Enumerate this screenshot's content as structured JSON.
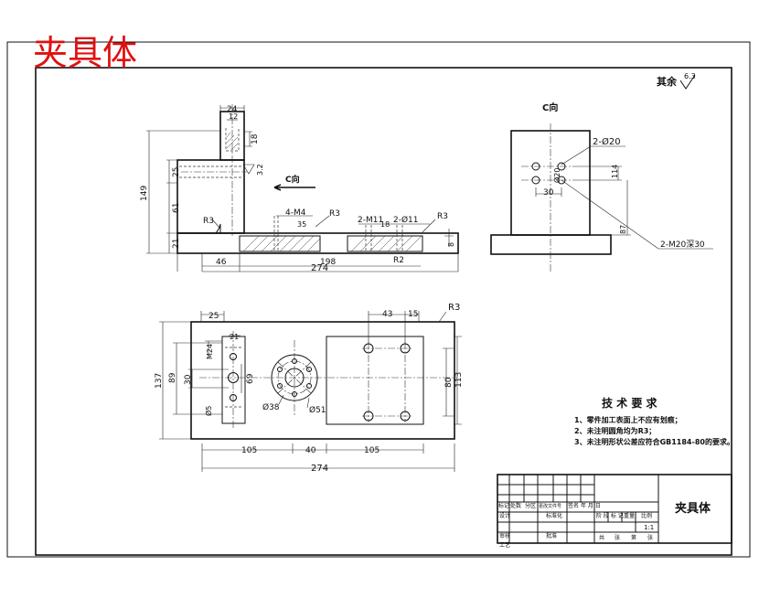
{
  "watermark_title": "夹具体",
  "roughness": {
    "label": "其余",
    "value": "6.3"
  },
  "view_label": "C向",
  "c_arrow_label": "C向",
  "front_view": {
    "dims": [
      "24",
      "12",
      "18",
      "25",
      "3.2",
      "61",
      "149",
      "21",
      "46",
      "198",
      "274",
      "8"
    ],
    "callouts": [
      "R3",
      "4-M4",
      "35",
      "R3",
      "2-M11",
      "18",
      "2-Ø11",
      "R3",
      "R2"
    ]
  },
  "side_view": {
    "callouts": [
      "2-Ø20",
      "Ø20",
      "2-M20深30"
    ],
    "dims": [
      "30",
      "114",
      "87"
    ]
  },
  "top_view": {
    "dims": [
      "25",
      "21",
      "M24",
      "30",
      "89",
      "137",
      "69",
      "Ø5",
      "43",
      "15",
      "80",
      "113",
      "105",
      "40",
      "105",
      "274"
    ],
    "callouts": [
      "R3",
      "Ø38",
      "Ø51"
    ]
  },
  "tech_requirements": {
    "title": "技 术 要 求",
    "items": [
      "1、零件加工表面上不应有划痕；",
      "2、未注明圆角均为R3；",
      "3、未注明形状公差应符合GB1184-80的要求。"
    ]
  },
  "title_block": {
    "name": "夹具体",
    "scale": "1:1",
    "row_labels": [
      "标记",
      "处数",
      "分区",
      "更改文件号",
      "签名",
      "年 月 日"
    ],
    "left_labels": [
      "设计",
      "标准化",
      "审核",
      "工艺",
      "批准"
    ],
    "right_labels": [
      "阶 段 标 记",
      "重量",
      "比例"
    ],
    "bottom": [
      "共",
      "张",
      "第",
      "张"
    ]
  }
}
